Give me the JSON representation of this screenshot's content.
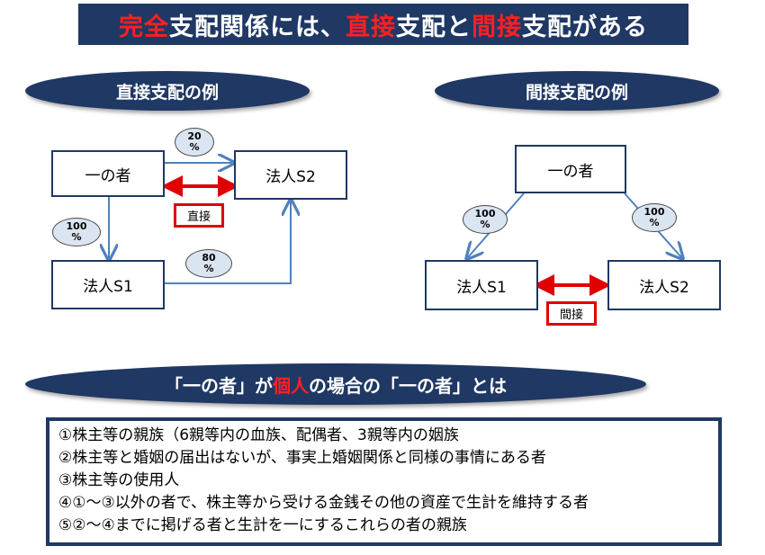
{
  "title": {
    "part1": "完全",
    "part2": "支配関係には、",
    "part3": "直接",
    "part4": "支配と",
    "part5": "間接",
    "part6": "支配がある"
  },
  "direct": {
    "header": "直接支配の例",
    "top_left": "一の者",
    "top_right": "法人S2",
    "bottom_left": "法人S1",
    "pct_top": "20\n%",
    "pct_left": "100\n%",
    "pct_bottom": "80\n%",
    "tag": "直接"
  },
  "indirect": {
    "header": "間接支配の例",
    "top": "一の者",
    "left": "法人S1",
    "right": "法人S2",
    "pct_left": "100\n%",
    "pct_right": "100\n%",
    "tag": "間接"
  },
  "section": {
    "part1": "「一の者」が",
    "part2": "個人",
    "part3": "の場合の「一の者」とは"
  },
  "items": [
    "①株主等の親族（6親等内の血族、配偶者、3親等内の姻族",
    "②株主等と婚姻の届出はないが、事実上婚姻関係と同様の事情にある者",
    "③株主等の使用人",
    "④①～③以外の者で、株主等から受ける金銭その他の資産で生計を維持する者",
    "⑤②～④までに掲げる者と生計を一にするこれらの者の親族"
  ],
  "colors": {
    "navy": "#1f3864",
    "red": "#ff2020",
    "arrow": "#4f81bd",
    "badge": "#dbe5f1"
  }
}
